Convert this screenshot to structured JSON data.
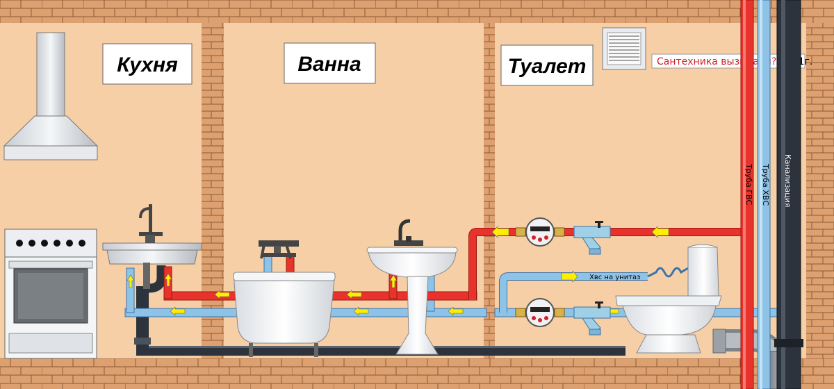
{
  "rooms": {
    "kitchen": "Кухня",
    "bath": "Ванна",
    "toilet": "Туалет"
  },
  "credit": {
    "prefix": "Сантехника вызывали?",
    "year": "2021г."
  },
  "risers": {
    "hot": "Труба ГВС",
    "cold": "Труба ХВС",
    "sewer": "Канализация"
  },
  "toilet_branch_label": "Хвс на унитаз",
  "colors": {
    "wall": "#f6cfa6",
    "brick": "#dda070",
    "mortar": "#8a5a34",
    "hot_pipe": "#e8322c",
    "cold_pipe": "#8ec3e8",
    "sewer_pipe": "#2c333c",
    "arrow": "#ffee00"
  },
  "icons": {
    "meter": "water-meter-icon",
    "filter": "strainer-filter-icon",
    "vent": "ventilation-grille-icon"
  }
}
